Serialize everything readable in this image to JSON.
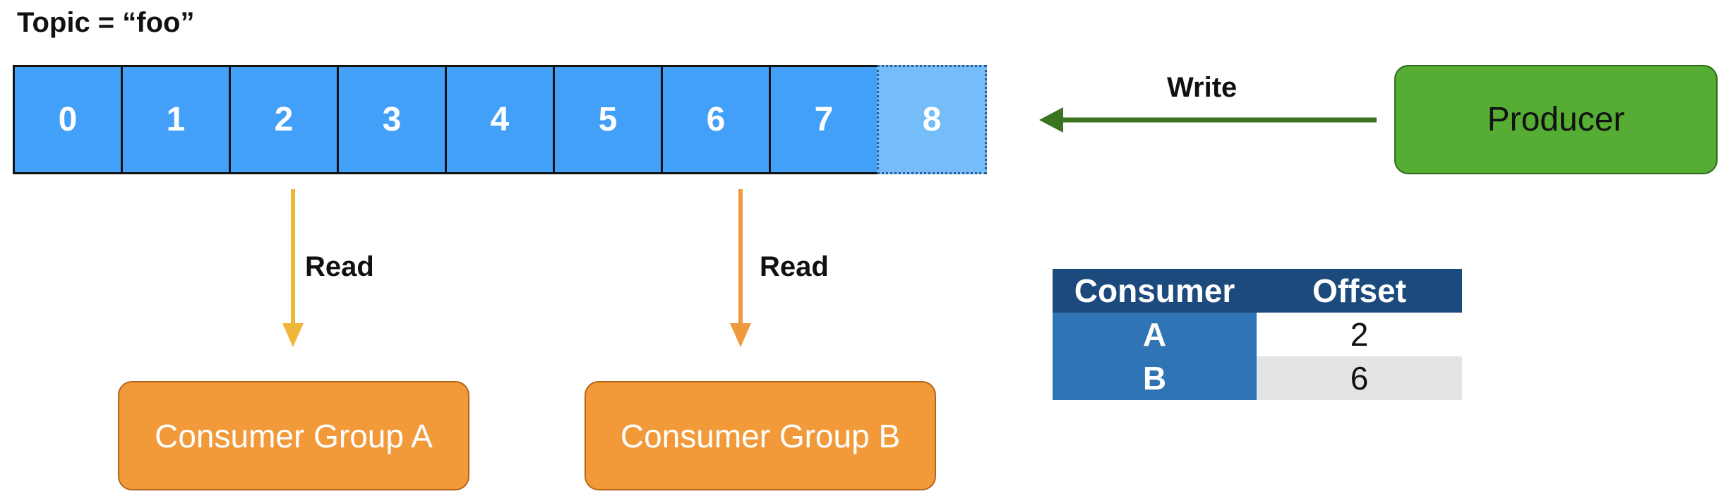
{
  "title": "Topic = “foo”",
  "log": {
    "cells": [
      {
        "label": "0",
        "pending": false
      },
      {
        "label": "1",
        "pending": false
      },
      {
        "label": "2",
        "pending": false
      },
      {
        "label": "3",
        "pending": false
      },
      {
        "label": "4",
        "pending": false
      },
      {
        "label": "5",
        "pending": false
      },
      {
        "label": "6",
        "pending": false
      },
      {
        "label": "7",
        "pending": false
      },
      {
        "label": "8",
        "pending": true
      }
    ],
    "cell_color": "#42a0f8",
    "pending_cell_color": "#74bdf9"
  },
  "producer": {
    "label": "Producer",
    "color": "#55ae33"
  },
  "write": {
    "label": "Write",
    "color": "#3b7420"
  },
  "reads": [
    {
      "label": "Read",
      "color": "#f0b63a"
    },
    {
      "label": "Read",
      "color": "#ef9a3f"
    }
  ],
  "groups": [
    {
      "label": "Consumer Group A",
      "color": "#f29a3a"
    },
    {
      "label": "Consumer Group B",
      "color": "#f29a3a"
    }
  ],
  "offset_table": {
    "headers": [
      "Consumer",
      "Offset"
    ],
    "rows": [
      {
        "consumer": "A",
        "offset": "2"
      },
      {
        "consumer": "B",
        "offset": "6"
      }
    ],
    "header_color": "#1d4a7c",
    "key_color": "#2f74b5"
  }
}
